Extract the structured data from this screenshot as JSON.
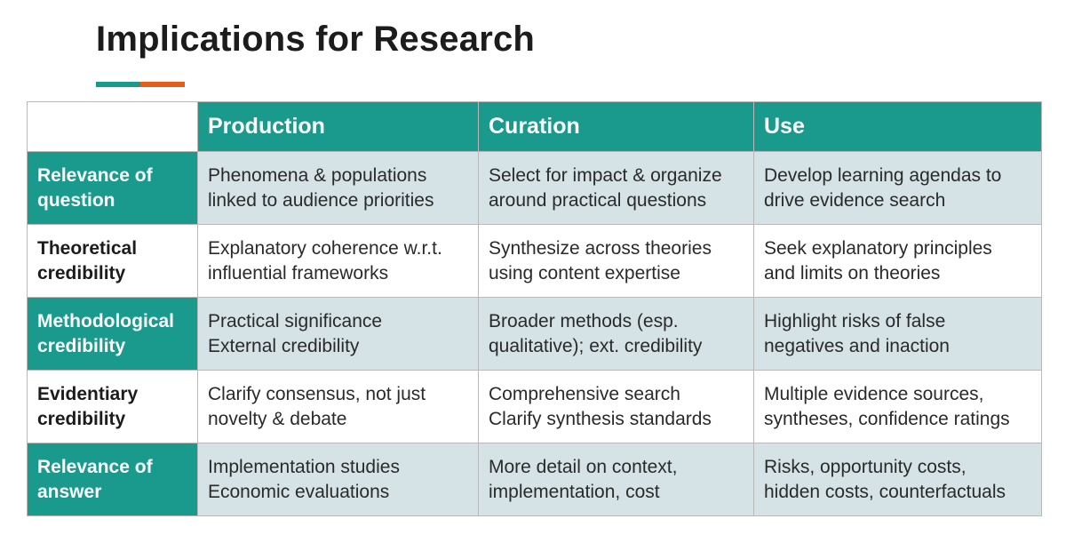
{
  "slide": {
    "title": "Implications for Research",
    "accent_colors": {
      "teal": "#1a9a8c",
      "orange": "#e35e1d",
      "row_tint": "#d5e3e6"
    }
  },
  "table": {
    "columns": [
      "Production",
      "Curation",
      "Use"
    ],
    "rows": [
      {
        "label": [
          "Relevance of",
          "question"
        ],
        "cells": [
          [
            "Phenomena & populations",
            "linked to audience priorities"
          ],
          [
            "Select for impact & organize",
            "around practical questions"
          ],
          [
            "Develop learning agendas to",
            "drive evidence search"
          ]
        ]
      },
      {
        "label": [
          "Theoretical",
          "credibility"
        ],
        "cells": [
          [
            "Explanatory coherence w.r.t.",
            "influential frameworks"
          ],
          [
            "Synthesize across theories",
            "using content expertise"
          ],
          [
            "Seek explanatory principles",
            "and limits on theories"
          ]
        ]
      },
      {
        "label": [
          "Methodological",
          "credibility"
        ],
        "cells": [
          [
            "Practical significance",
            "External credibility"
          ],
          [
            "Broader methods (esp.",
            "qualitative); ext. credibility"
          ],
          [
            "Highlight risks of false",
            "negatives and inaction"
          ]
        ]
      },
      {
        "label": [
          "Evidentiary",
          "credibility"
        ],
        "cells": [
          [
            "Clarify consensus, not just",
            "novelty & debate"
          ],
          [
            "Comprehensive search",
            "Clarify synthesis standards"
          ],
          [
            "Multiple evidence sources,",
            "syntheses, confidence ratings"
          ]
        ]
      },
      {
        "label": [
          "Relevance of",
          "answer"
        ],
        "cells": [
          [
            "Implementation studies",
            "Economic evaluations"
          ],
          [
            "More detail on context,",
            "implementation, cost"
          ],
          [
            "Risks, opportunity costs,",
            "hidden costs, counterfactuals"
          ]
        ]
      }
    ]
  }
}
